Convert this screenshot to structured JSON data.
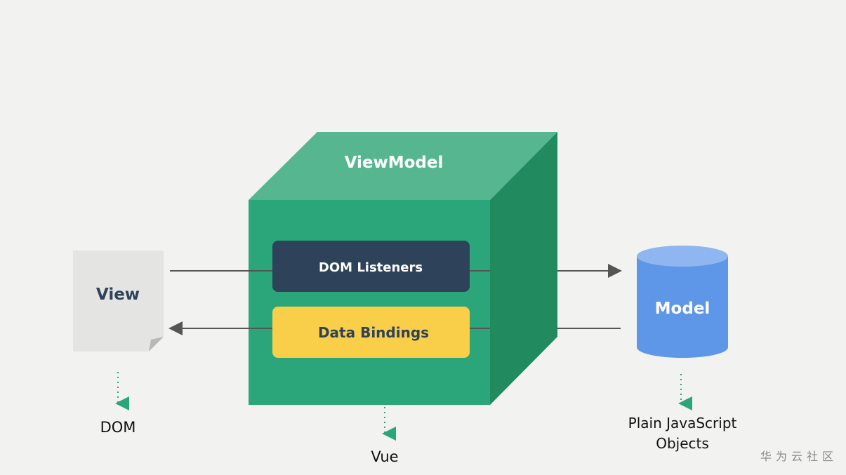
{
  "diagram": {
    "viewmodel": {
      "title": "ViewModel",
      "caption": "Vue",
      "front_color": "#2ba57a",
      "top_color": "#55b690",
      "side_color": "#218a5e"
    },
    "dom_listeners": {
      "label": "DOM Listeners",
      "color": "#2e4259"
    },
    "data_bindings": {
      "label": "Data Bindings",
      "color": "#f9cf4a"
    },
    "view": {
      "label": "View",
      "caption": "DOM",
      "color": "#e4e5e2"
    },
    "model": {
      "label": "Model",
      "caption_line1": "Plain JavaScript",
      "caption_line2": "Objects",
      "color": "#5e96e8"
    }
  },
  "watermark": "华为云社区"
}
